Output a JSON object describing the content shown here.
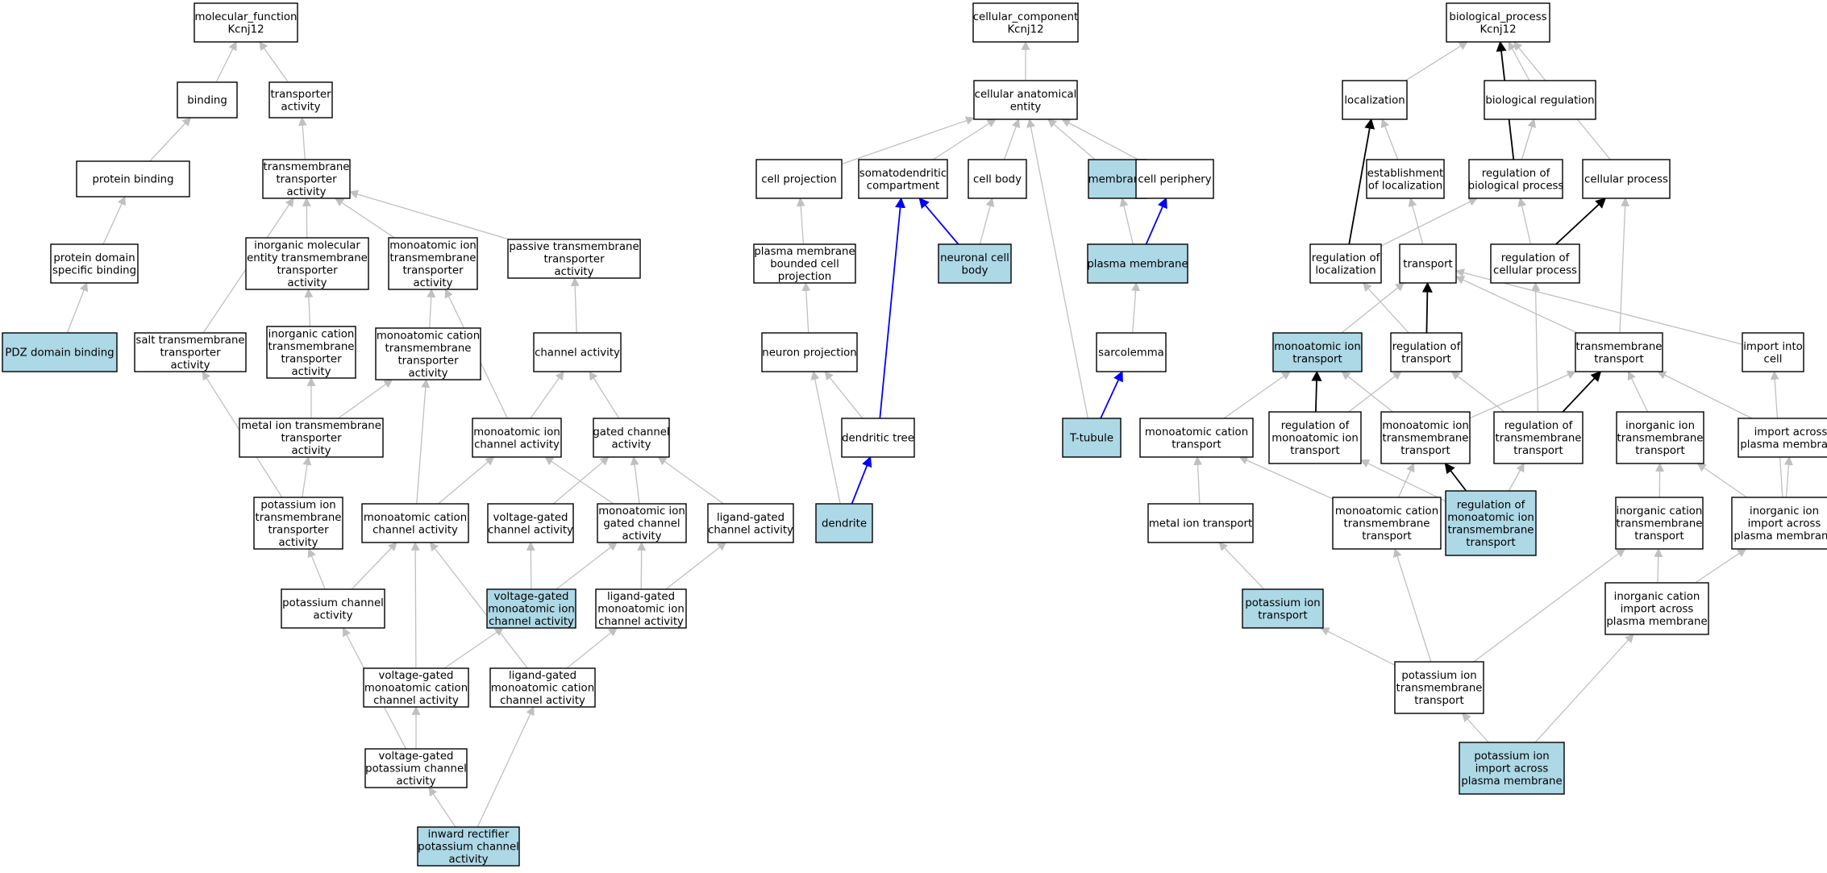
{
  "colors": {
    "highlight": "#add8e6",
    "plain": "#ffffff",
    "edge_gray": "#c0c0c0",
    "edge_blue": "#0000ff",
    "edge_black": "#000000"
  },
  "nodes": [
    {
      "id": "mf",
      "lines": [
        "molecular_function",
        "Kcnj12"
      ],
      "hl": false
    },
    {
      "id": "binding",
      "lines": [
        "binding"
      ],
      "hl": false
    },
    {
      "id": "transporter",
      "lines": [
        "transporter",
        "activity"
      ],
      "hl": false
    },
    {
      "id": "protein_binding",
      "lines": [
        "protein binding"
      ],
      "hl": false
    },
    {
      "id": "tmt_activity",
      "lines": [
        "transmembrane",
        "transporter",
        "activity"
      ],
      "hl": false
    },
    {
      "id": "protein_domain",
      "lines": [
        "protein domain",
        "specific binding"
      ],
      "hl": false
    },
    {
      "id": "inorg_mol",
      "lines": [
        "inorganic molecular",
        "entity transmembrane",
        "transporter",
        "activity"
      ],
      "hl": false
    },
    {
      "id": "mono_ion_tmt",
      "lines": [
        "monoatomic ion",
        "transmembrane",
        "transporter",
        "activity"
      ],
      "hl": false
    },
    {
      "id": "passive",
      "lines": [
        "passive transmembrane",
        "transporter",
        "activity"
      ],
      "hl": false
    },
    {
      "id": "pdz",
      "lines": [
        "PDZ domain binding"
      ],
      "hl": true
    },
    {
      "id": "salt",
      "lines": [
        "salt transmembrane",
        "transporter",
        "activity"
      ],
      "hl": false
    },
    {
      "id": "inorg_cation",
      "lines": [
        "inorganic cation",
        "transmembrane",
        "transporter",
        "activity"
      ],
      "hl": false
    },
    {
      "id": "mono_cation_tmt",
      "lines": [
        "monoatomic cation",
        "transmembrane",
        "transporter",
        "activity"
      ],
      "hl": false
    },
    {
      "id": "channel",
      "lines": [
        "channel activity"
      ],
      "hl": false
    },
    {
      "id": "metal_ion",
      "lines": [
        "metal ion transmembrane",
        "transporter",
        "activity"
      ],
      "hl": false
    },
    {
      "id": "mono_ion_channel",
      "lines": [
        "monoatomic ion",
        "channel activity"
      ],
      "hl": false
    },
    {
      "id": "gated",
      "lines": [
        "gated channel",
        "activity"
      ],
      "hl": false
    },
    {
      "id": "k_ion_tmt",
      "lines": [
        "potassium ion",
        "transmembrane",
        "transporter",
        "activity"
      ],
      "hl": false
    },
    {
      "id": "mono_cation_channel",
      "lines": [
        "monoatomic cation",
        "channel activity"
      ],
      "hl": false
    },
    {
      "id": "vg_channel",
      "lines": [
        "voltage-gated",
        "channel activity"
      ],
      "hl": false
    },
    {
      "id": "mono_ion_gated",
      "lines": [
        "monoatomic ion",
        "gated channel",
        "activity"
      ],
      "hl": false
    },
    {
      "id": "lg_channel",
      "lines": [
        "ligand-gated",
        "channel activity"
      ],
      "hl": false
    },
    {
      "id": "k_channel",
      "lines": [
        "potassium channel",
        "activity"
      ],
      "hl": false
    },
    {
      "id": "vg_mono_ion",
      "lines": [
        "voltage-gated",
        "monoatomic ion",
        "channel activity"
      ],
      "hl": true
    },
    {
      "id": "lg_mono_ion",
      "lines": [
        "ligand-gated",
        "monoatomic ion",
        "channel activity"
      ],
      "hl": false
    },
    {
      "id": "vg_mono_cation",
      "lines": [
        "voltage-gated",
        "monoatomic cation",
        "channel activity"
      ],
      "hl": false
    },
    {
      "id": "lg_mono_cation",
      "lines": [
        "ligand-gated",
        "monoatomic cation",
        "channel activity"
      ],
      "hl": false
    },
    {
      "id": "vg_k",
      "lines": [
        "voltage-gated",
        "potassium channel",
        "activity"
      ],
      "hl": false
    },
    {
      "id": "inward",
      "lines": [
        "inward rectifier",
        "potassium channel",
        "activity"
      ],
      "hl": true
    },
    {
      "id": "cc",
      "lines": [
        "cellular_component",
        "Kcnj12"
      ],
      "hl": false
    },
    {
      "id": "cae",
      "lines": [
        "cellular anatomical",
        "entity"
      ],
      "hl": false
    },
    {
      "id": "cell_proj",
      "lines": [
        "cell projection"
      ],
      "hl": false
    },
    {
      "id": "somato",
      "lines": [
        "somatodendritic",
        "compartment"
      ],
      "hl": false
    },
    {
      "id": "cell_body",
      "lines": [
        "cell body"
      ],
      "hl": false
    },
    {
      "id": "membrane",
      "lines": [
        "membrane"
      ],
      "hl": true
    },
    {
      "id": "periphery",
      "lines": [
        "cell periphery"
      ],
      "hl": false
    },
    {
      "id": "pm_bounded",
      "lines": [
        "plasma membrane",
        "bounded cell",
        "projection"
      ],
      "hl": false
    },
    {
      "id": "neuronal_body",
      "lines": [
        "neuronal cell",
        "body"
      ],
      "hl": true
    },
    {
      "id": "plasma_membrane",
      "lines": [
        "plasma membrane"
      ],
      "hl": true
    },
    {
      "id": "neuron_proj",
      "lines": [
        "neuron projection"
      ],
      "hl": false
    },
    {
      "id": "sarcolemma",
      "lines": [
        "sarcolemma"
      ],
      "hl": false
    },
    {
      "id": "dendritic_tree",
      "lines": [
        "dendritic tree"
      ],
      "hl": false
    },
    {
      "id": "t_tubule",
      "lines": [
        "T-tubule"
      ],
      "hl": true
    },
    {
      "id": "dendrite",
      "lines": [
        "dendrite"
      ],
      "hl": true
    },
    {
      "id": "bp",
      "lines": [
        "biological_process",
        "Kcnj12"
      ],
      "hl": false
    },
    {
      "id": "localization",
      "lines": [
        "localization"
      ],
      "hl": false
    },
    {
      "id": "bio_reg",
      "lines": [
        "biological regulation"
      ],
      "hl": false
    },
    {
      "id": "est_loc",
      "lines": [
        "establishment",
        "of localization"
      ],
      "hl": false
    },
    {
      "id": "reg_bio",
      "lines": [
        "regulation of",
        "biological process"
      ],
      "hl": false
    },
    {
      "id": "cell_process",
      "lines": [
        "cellular process"
      ],
      "hl": false
    },
    {
      "id": "reg_loc",
      "lines": [
        "regulation of",
        "localization"
      ],
      "hl": false
    },
    {
      "id": "transport",
      "lines": [
        "transport"
      ],
      "hl": false
    },
    {
      "id": "reg_cell",
      "lines": [
        "regulation of",
        "cellular process"
      ],
      "hl": false
    },
    {
      "id": "mono_ion_transport",
      "lines": [
        "monoatomic ion",
        "transport"
      ],
      "hl": true
    },
    {
      "id": "reg_transport",
      "lines": [
        "regulation of",
        "transport"
      ],
      "hl": false
    },
    {
      "id": "tm_transport",
      "lines": [
        "transmembrane",
        "transport"
      ],
      "hl": false
    },
    {
      "id": "import_cell",
      "lines": [
        "import into",
        "cell"
      ],
      "hl": false
    },
    {
      "id": "mono_cation_transport",
      "lines": [
        "monoatomic cation",
        "transport"
      ],
      "hl": false
    },
    {
      "id": "reg_mono_ion",
      "lines": [
        "regulation of",
        "monoatomic ion",
        "transport"
      ],
      "hl": false
    },
    {
      "id": "mono_ion_tm",
      "lines": [
        "monoatomic ion",
        "transmembrane",
        "transport"
      ],
      "hl": false
    },
    {
      "id": "reg_tm",
      "lines": [
        "regulation of",
        "transmembrane",
        "transport"
      ],
      "hl": false
    },
    {
      "id": "inorg_ion_tm",
      "lines": [
        "inorganic ion",
        "transmembrane",
        "transport"
      ],
      "hl": false
    },
    {
      "id": "import_pm",
      "lines": [
        "import across",
        "plasma membrane"
      ],
      "hl": false
    },
    {
      "id": "metal_transport",
      "lines": [
        "metal ion transport"
      ],
      "hl": false
    },
    {
      "id": "mono_cation_tm",
      "lines": [
        "monoatomic cation",
        "transmembrane",
        "transport"
      ],
      "hl": false
    },
    {
      "id": "reg_mono_ion_tm",
      "lines": [
        "regulation of",
        "monoatomic ion",
        "transmembrane",
        "transport"
      ],
      "hl": true
    },
    {
      "id": "inorg_cation_tm",
      "lines": [
        "inorganic cation",
        "transmembrane",
        "transport"
      ],
      "hl": false
    },
    {
      "id": "inorg_ion_import",
      "lines": [
        "inorganic ion",
        "import across",
        "plasma membrane"
      ],
      "hl": false
    },
    {
      "id": "k_transport",
      "lines": [
        "potassium ion",
        "transport"
      ],
      "hl": true
    },
    {
      "id": "inorg_cation_import",
      "lines": [
        "inorganic cation",
        "import across",
        "plasma membrane"
      ],
      "hl": false
    },
    {
      "id": "k_tm",
      "lines": [
        "potassium ion",
        "transmembrane",
        "transport"
      ],
      "hl": false
    },
    {
      "id": "k_import",
      "lines": [
        "potassium ion",
        "import across",
        "plasma membrane"
      ],
      "hl": true
    }
  ],
  "edges": [
    [
      "binding",
      "mf",
      "gray"
    ],
    [
      "transporter",
      "mf",
      "gray"
    ],
    [
      "protein_binding",
      "binding",
      "gray"
    ],
    [
      "tmt_activity",
      "transporter",
      "gray"
    ],
    [
      "protein_domain",
      "protein_binding",
      "gray"
    ],
    [
      "pdz",
      "protein_domain",
      "gray"
    ],
    [
      "salt",
      "tmt_activity",
      "gray"
    ],
    [
      "inorg_mol",
      "tmt_activity",
      "gray"
    ],
    [
      "mono_ion_tmt",
      "tmt_activity",
      "gray"
    ],
    [
      "passive",
      "tmt_activity",
      "gray"
    ],
    [
      "inorg_cation",
      "inorg_mol",
      "gray"
    ],
    [
      "mono_cation_tmt",
      "mono_ion_tmt",
      "gray"
    ],
    [
      "channel",
      "passive",
      "gray"
    ],
    [
      "metal_ion",
      "inorg_cation",
      "gray"
    ],
    [
      "metal_ion",
      "mono_cation_tmt",
      "gray"
    ],
    [
      "k_ion_tmt",
      "salt",
      "gray"
    ],
    [
      "k_ion_tmt",
      "metal_ion",
      "gray"
    ],
    [
      "mono_ion_channel",
      "mono_ion_tmt",
      "gray"
    ],
    [
      "mono_ion_channel",
      "channel",
      "gray"
    ],
    [
      "gated",
      "channel",
      "gray"
    ],
    [
      "mono_cation_channel",
      "mono_cation_tmt",
      "gray"
    ],
    [
      "mono_cation_channel",
      "mono_ion_channel",
      "gray"
    ],
    [
      "vg_channel",
      "gated",
      "gray"
    ],
    [
      "mono_ion_gated",
      "mono_ion_channel",
      "gray"
    ],
    [
      "mono_ion_gated",
      "gated",
      "gray"
    ],
    [
      "lg_channel",
      "gated",
      "gray"
    ],
    [
      "k_channel",
      "k_ion_tmt",
      "gray"
    ],
    [
      "k_channel",
      "mono_cation_channel",
      "gray"
    ],
    [
      "vg_mono_ion",
      "vg_channel",
      "gray"
    ],
    [
      "vg_mono_ion",
      "mono_ion_gated",
      "gray"
    ],
    [
      "lg_mono_ion",
      "mono_ion_gated",
      "gray"
    ],
    [
      "lg_mono_ion",
      "lg_channel",
      "gray"
    ],
    [
      "vg_mono_cation",
      "mono_cation_channel",
      "gray"
    ],
    [
      "vg_mono_cation",
      "vg_mono_ion",
      "gray"
    ],
    [
      "lg_mono_cation",
      "mono_cation_channel",
      "gray"
    ],
    [
      "lg_mono_cation",
      "lg_mono_ion",
      "gray"
    ],
    [
      "vg_k",
      "vg_mono_cation",
      "gray"
    ],
    [
      "vg_k",
      "k_channel",
      "gray"
    ],
    [
      "inward",
      "vg_k",
      "gray"
    ],
    [
      "inward",
      "lg_mono_cation",
      "gray"
    ],
    [
      "cae",
      "cc",
      "gray"
    ],
    [
      "cell_proj",
      "cae",
      "gray"
    ],
    [
      "somato",
      "cae",
      "gray"
    ],
    [
      "cell_body",
      "cae",
      "gray"
    ],
    [
      "membrane",
      "cae",
      "gray"
    ],
    [
      "periphery",
      "cae",
      "gray"
    ],
    [
      "t_tubule",
      "cae",
      "gray"
    ],
    [
      "pm_bounded",
      "cell_proj",
      "gray"
    ],
    [
      "neuronal_body",
      "somato",
      "blue"
    ],
    [
      "neuronal_body",
      "cell_body",
      "gray"
    ],
    [
      "plasma_membrane",
      "membrane",
      "gray"
    ],
    [
      "plasma_membrane",
      "periphery",
      "blue"
    ],
    [
      "neuron_proj",
      "pm_bounded",
      "gray"
    ],
    [
      "sarcolemma",
      "plasma_membrane",
      "gray"
    ],
    [
      "dendritic_tree",
      "somato",
      "blue"
    ],
    [
      "dendritic_tree",
      "neuron_proj",
      "gray"
    ],
    [
      "t_tubule",
      "sarcolemma",
      "blue"
    ],
    [
      "dendrite",
      "dendritic_tree",
      "blue"
    ],
    [
      "dendrite",
      "neuron_proj",
      "gray"
    ],
    [
      "localization",
      "bp",
      "gray"
    ],
    [
      "bio_reg",
      "bp",
      "gray"
    ],
    [
      "cell_process",
      "bp",
      "gray"
    ],
    [
      "est_loc",
      "localization",
      "gray"
    ],
    [
      "reg_bio",
      "bio_reg",
      "gray"
    ],
    [
      "reg_bio",
      "bp",
      "black"
    ],
    [
      "reg_loc",
      "localization",
      "black"
    ],
    [
      "reg_loc",
      "reg_bio",
      "gray"
    ],
    [
      "transport",
      "est_loc",
      "gray"
    ],
    [
      "reg_cell",
      "reg_bio",
      "gray"
    ],
    [
      "reg_cell",
      "cell_process",
      "black"
    ],
    [
      "mono_ion_transport",
      "transport",
      "gray"
    ],
    [
      "reg_transport",
      "reg_loc",
      "gray"
    ],
    [
      "reg_transport",
      "transport",
      "black"
    ],
    [
      "tm_transport",
      "transport",
      "gray"
    ],
    [
      "tm_transport",
      "cell_process",
      "gray"
    ],
    [
      "import_cell",
      "transport",
      "gray"
    ],
    [
      "mono_cation_transport",
      "mono_ion_transport",
      "gray"
    ],
    [
      "reg_mono_ion",
      "mono_ion_transport",
      "black"
    ],
    [
      "reg_mono_ion",
      "reg_transport",
      "gray"
    ],
    [
      "mono_ion_tm",
      "mono_ion_transport",
      "gray"
    ],
    [
      "mono_ion_tm",
      "tm_transport",
      "gray"
    ],
    [
      "reg_tm",
      "reg_transport",
      "gray"
    ],
    [
      "reg_tm",
      "tm_transport",
      "black"
    ],
    [
      "reg_tm",
      "reg_cell",
      "gray"
    ],
    [
      "inorg_ion_tm",
      "tm_transport",
      "gray"
    ],
    [
      "import_pm",
      "tm_transport",
      "gray"
    ],
    [
      "metal_transport",
      "mono_cation_transport",
      "gray"
    ],
    [
      "mono_cation_tm",
      "mono_cation_transport",
      "gray"
    ],
    [
      "mono_cation_tm",
      "mono_ion_tm",
      "gray"
    ],
    [
      "reg_mono_ion_tm",
      "reg_mono_ion",
      "gray"
    ],
    [
      "reg_mono_ion_tm",
      "mono_ion_tm",
      "black"
    ],
    [
      "reg_mono_ion_tm",
      "reg_tm",
      "gray"
    ],
    [
      "inorg_cation_tm",
      "inorg_ion_tm",
      "gray"
    ],
    [
      "inorg_ion_import",
      "inorg_ion_tm",
      "gray"
    ],
    [
      "inorg_ion_import",
      "import_pm",
      "gray"
    ],
    [
      "inorg_ion_import",
      "import_cell",
      "gray"
    ],
    [
      "k_transport",
      "metal_transport",
      "gray"
    ],
    [
      "inorg_cation_import",
      "inorg_cation_tm",
      "gray"
    ],
    [
      "inorg_cation_import",
      "inorg_ion_import",
      "gray"
    ],
    [
      "k_tm",
      "k_transport",
      "gray"
    ],
    [
      "k_tm",
      "mono_cation_tm",
      "gray"
    ],
    [
      "k_tm",
      "inorg_cation_tm",
      "gray"
    ],
    [
      "k_import",
      "k_tm",
      "gray"
    ],
    [
      "k_import",
      "inorg_cation_import",
      "gray"
    ]
  ]
}
